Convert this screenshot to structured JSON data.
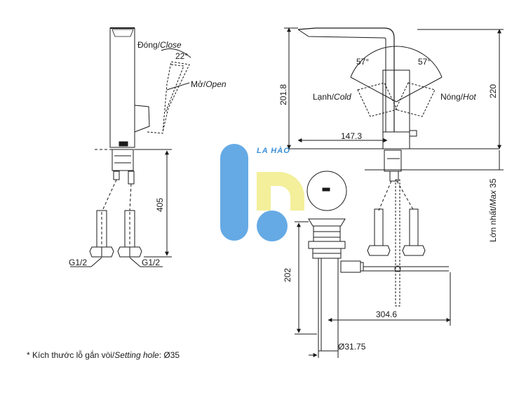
{
  "side_view": {
    "close_label": "Đóng/",
    "close_label_en": "Close",
    "open_label": "Mở/",
    "open_label_en": "Open",
    "angle_22": "22°",
    "height_405": "405",
    "thread_left": "G1/2",
    "thread_right": "G1/2"
  },
  "front_view": {
    "angle_left": "57°",
    "angle_right": "57°",
    "cold_label": "Lạnh/",
    "cold_label_en": "Cold",
    "hot_label": "Nóng/",
    "hot_label_en": "Hot",
    "height_201_8": "201.8",
    "height_220": "220",
    "reach_147_3": "147.3",
    "max_label": "Lớn nhất/",
    "max_label_en": "Max",
    "max_value": "35"
  },
  "drain": {
    "height_202": "202",
    "length_304_6": "304.6",
    "diameter_label": "Ø31.75"
  },
  "watermark": {
    "brand": "LA HÀO",
    "colors": {
      "blue": "#4a9be0",
      "yellow": "#f3ef9a"
    }
  },
  "footnote": {
    "prefix": "* Kích thước lỗ gắn vòi/",
    "italic": "Setting hole",
    "suffix": ": Ø35"
  }
}
